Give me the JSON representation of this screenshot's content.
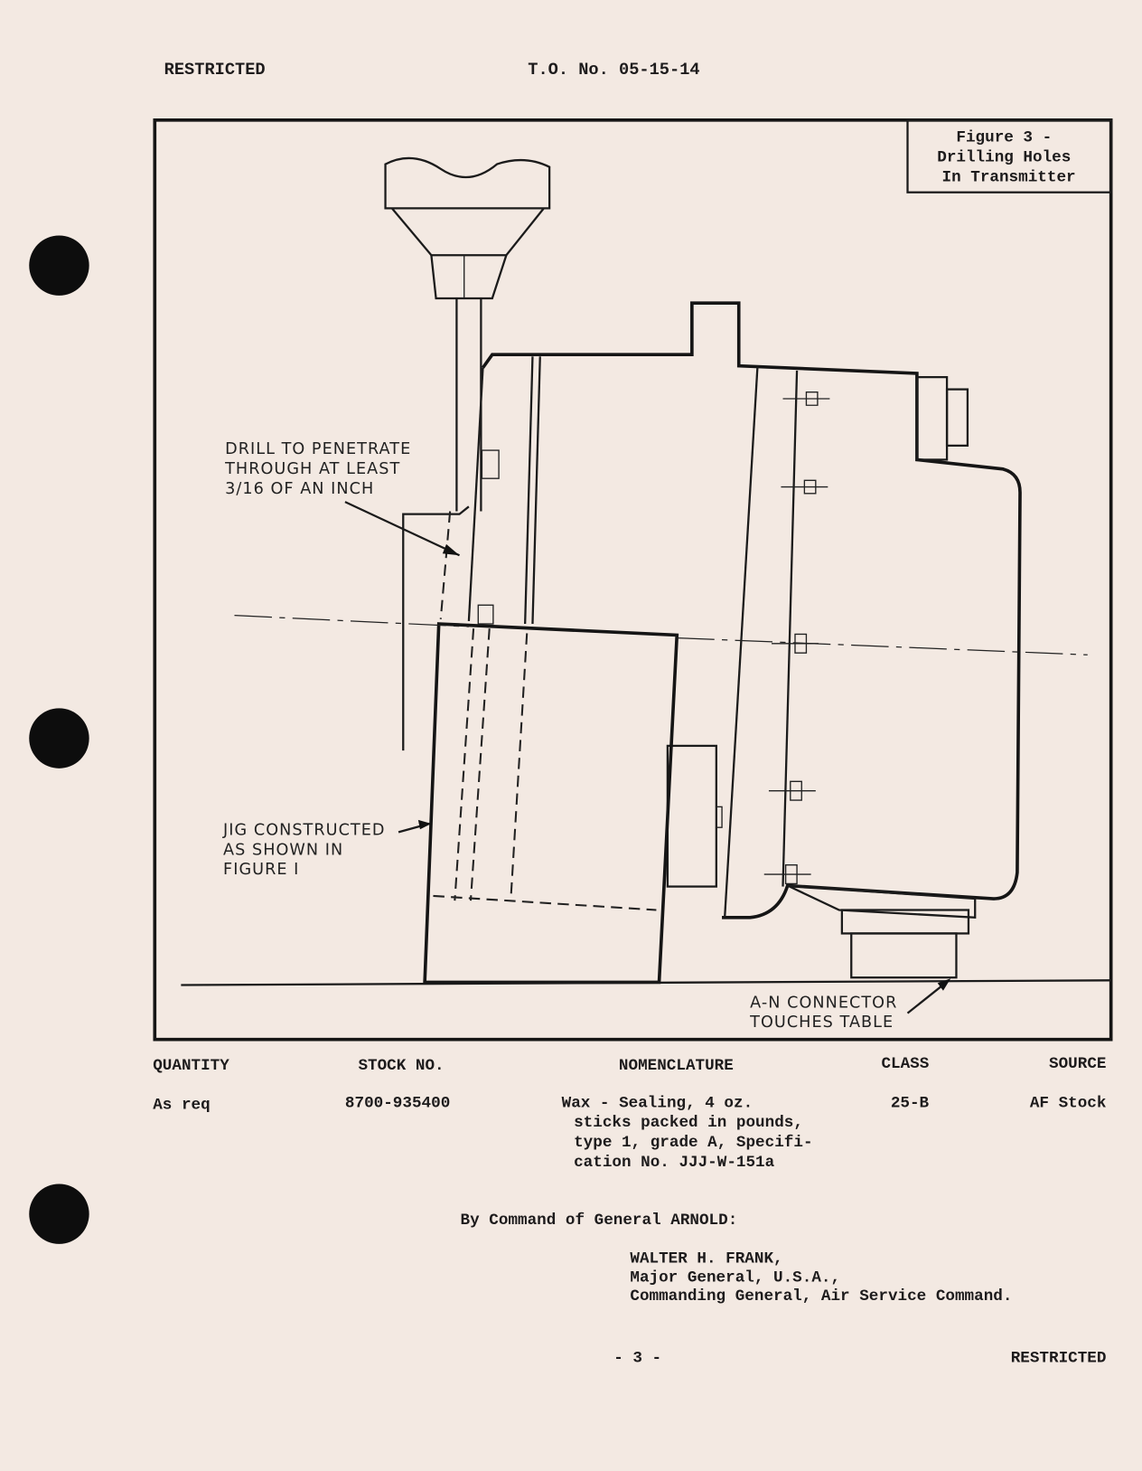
{
  "header": {
    "left": "RESTRICTED",
    "center": "T.O. No. 05-15-14"
  },
  "figure": {
    "caption_lines": [
      "Figure 3 -",
      "Drilling Holes",
      "In Transmitter"
    ],
    "callouts": {
      "drill": [
        "DRILL TO PENETRATE",
        "THROUGH AT LEAST",
        "3/16 OF AN INCH"
      ],
      "jig": [
        "JIG CONSTRUCTED",
        "AS SHOWN IN",
        "FIGURE I"
      ],
      "connector": [
        "A-N CONNECTOR",
        "TOUCHES TABLE"
      ]
    }
  },
  "materials_table": {
    "headers": [
      "QUANTITY",
      "STOCK NO.",
      "NOMENCLATURE",
      "CLASS",
      "SOURCE"
    ],
    "row": {
      "quantity": "As req",
      "stock_no": "8700-935400",
      "nomenclature_lines": [
        "Wax - Sealing, 4 oz.",
        "sticks packed in pounds,",
        "type 1, grade A, Specifi-",
        "cation No. JJJ-W-151a"
      ],
      "class": "25-B",
      "source": "AF Stock"
    }
  },
  "signature": {
    "command_line": "By Command of General ARNOLD:",
    "name": "WALTER H. FRANK,",
    "rank": "Major General, U.S.A.,",
    "title": "Commanding General, Air Service Command."
  },
  "footer": {
    "page": "- 3 -",
    "right": "RESTRICTED"
  }
}
